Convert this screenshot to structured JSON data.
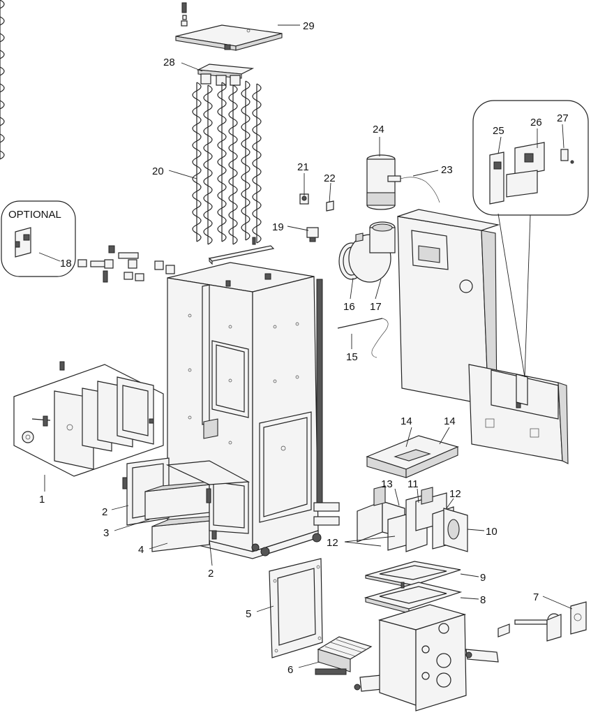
{
  "optional_box": {
    "title": "OPTIONAL"
  },
  "callouts": [
    "1",
    "2",
    "3",
    "4",
    "2",
    "5",
    "6",
    "7",
    "8",
    "9",
    "10",
    "11",
    "12",
    "12",
    "13",
    "14",
    "14",
    "15",
    "16",
    "17",
    "18",
    "19",
    "20",
    "21",
    "22",
    "23",
    "24",
    "25",
    "26",
    "27",
    "28",
    "29"
  ]
}
